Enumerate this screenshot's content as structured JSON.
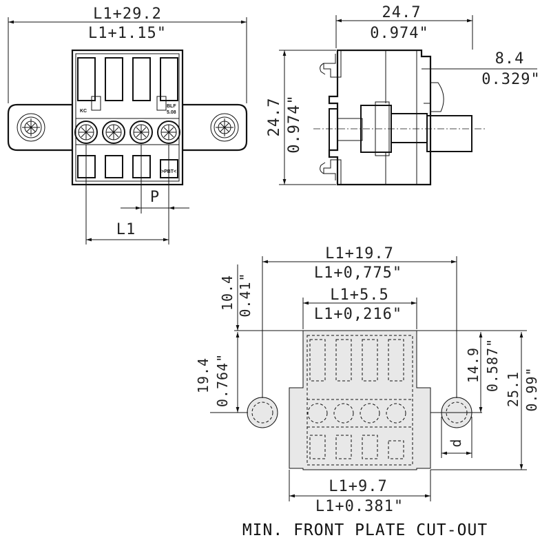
{
  "front_view": {
    "overall_width_mm": "L1+29.2",
    "overall_width_in": "L1+1.15\"",
    "pitch_label": "P",
    "length_label": "L1",
    "marking_kc": "KC",
    "marking_blf_line1": "BLF",
    "marking_blf_line2": "5.08",
    "marking_pbt": ">PBT<"
  },
  "side_view": {
    "depth_mm": "24.7",
    "depth_in": "0.974\"",
    "height_mm": "24.7",
    "height_in": "0.974\"",
    "plate_offset_mm": "8.4",
    "plate_offset_in": "0.329\""
  },
  "cutout_view": {
    "flange_width_mm": "L1+19.7",
    "flange_width_in": "L1+0,775\"",
    "body_width_mm": "L1+5.5",
    "body_width_in": "L1+0,216\"",
    "cutout_width_mm": "L1+9.7",
    "cutout_width_in": "L1+0.381\"",
    "top_offset_mm": "10.4",
    "top_offset_in": "0.41\"",
    "left_height_mm": "19.4",
    "left_height_in": "0.764\"",
    "right_height_mm": "14.9",
    "right_height_in": "0.587\"",
    "total_height_mm": "25.1",
    "total_height_in": "0.99\"",
    "hole_label": "d",
    "caption": "MIN. FRONT PLATE CUT-OUT"
  }
}
